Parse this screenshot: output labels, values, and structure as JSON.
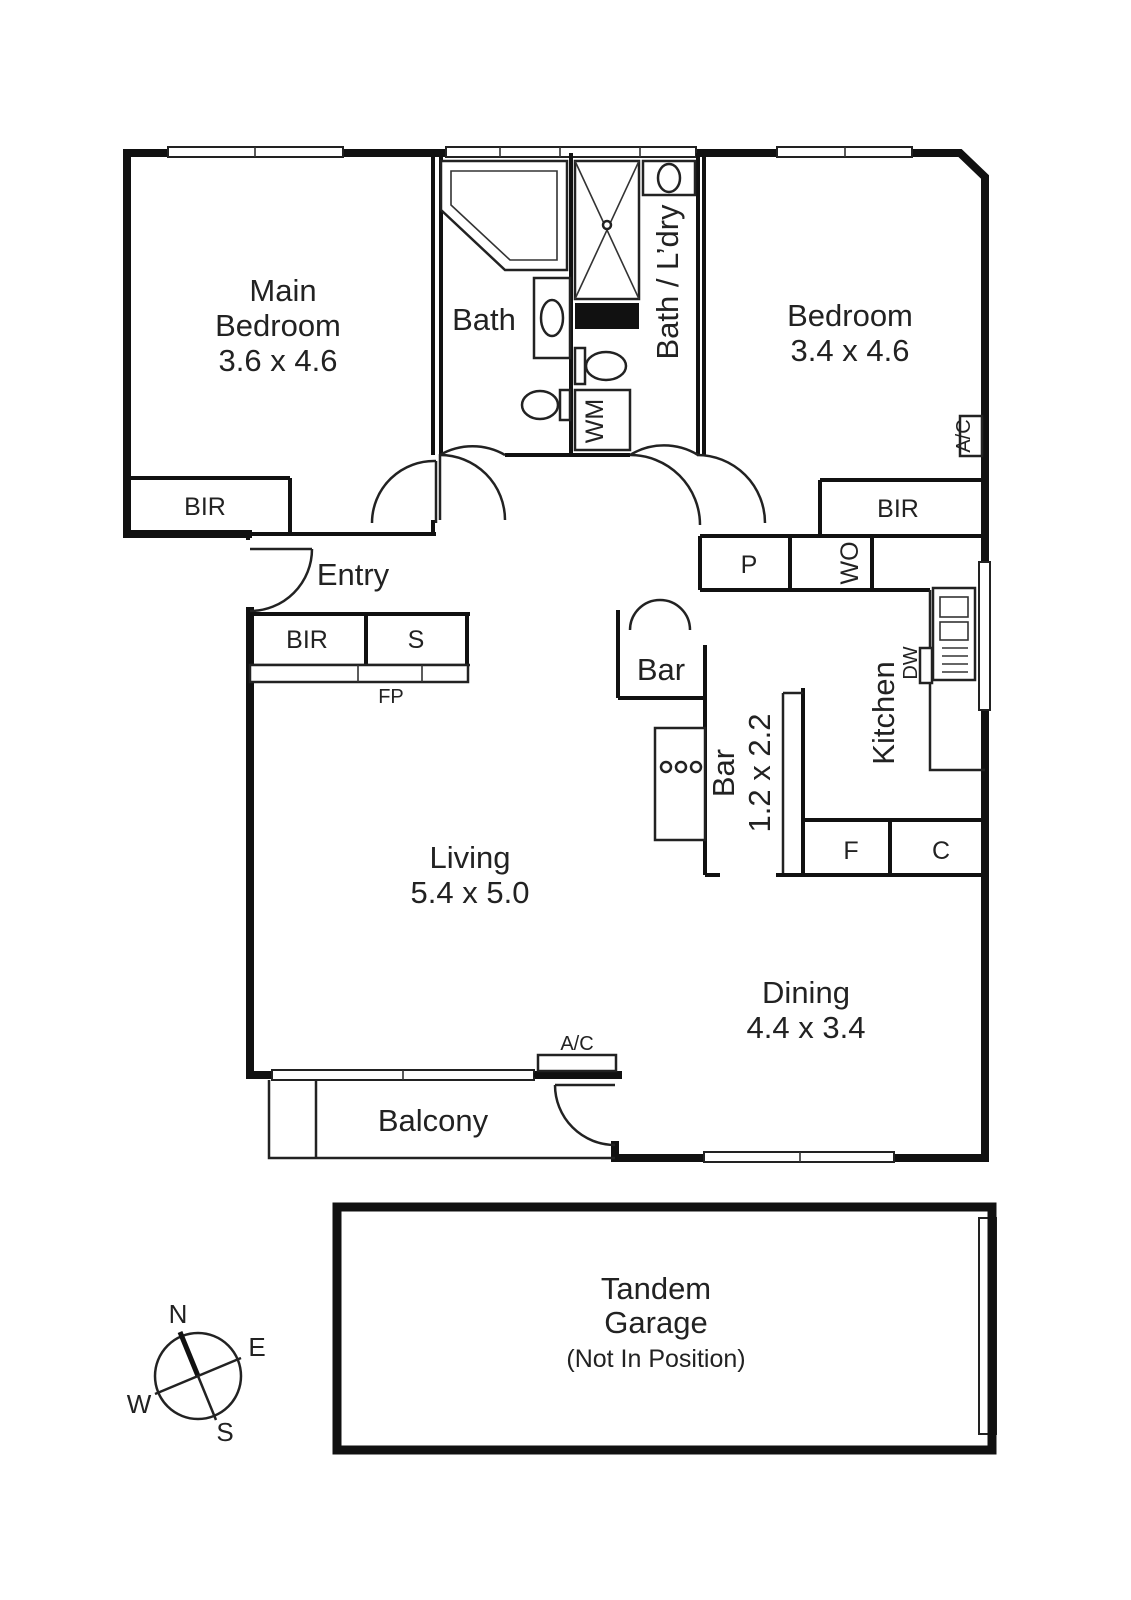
{
  "rooms": {
    "main_bedroom": {
      "name_line1": "Main",
      "name_line2": "Bedroom",
      "dims": "3.6 x 4.6"
    },
    "bath": {
      "name": "Bath"
    },
    "bath_laundry": {
      "name": "Bath / L’dry"
    },
    "bedroom": {
      "name": "Bedroom",
      "dims": "3.4 x 4.6"
    },
    "entry": {
      "name": "Entry"
    },
    "living": {
      "name": "Living",
      "dims": "5.4 x 5.0"
    },
    "bar_room": {
      "name": "Bar",
      "dims": "1.2 x 2.2"
    },
    "kitchen": {
      "name": "Kitchen"
    },
    "dining": {
      "name": "Dining",
      "dims": "4.4 x 3.4"
    },
    "balcony": {
      "name": "Balcony"
    },
    "garage": {
      "name_line1": "Tandem",
      "name_line2": "Garage",
      "note": "(Not In Position)"
    }
  },
  "fixtures": {
    "bir_main": "BIR",
    "bir_bedroom": "BIR",
    "bir_entry": "BIR",
    "storage": "S",
    "fireplace": "FP",
    "pantry": "P",
    "wall_oven": "WO",
    "bar_counter": "Bar",
    "dishwasher": "DW",
    "washing_machine": "WM",
    "fridge": "F",
    "cupboard": "C",
    "ac_bedroom": "A/C",
    "ac_living": "A/C"
  },
  "compass": {
    "north": "N",
    "east": "E",
    "south": "S",
    "west": "W"
  },
  "colors": {
    "wall": "#111111",
    "line": "#222222",
    "background": "#ffffff"
  }
}
